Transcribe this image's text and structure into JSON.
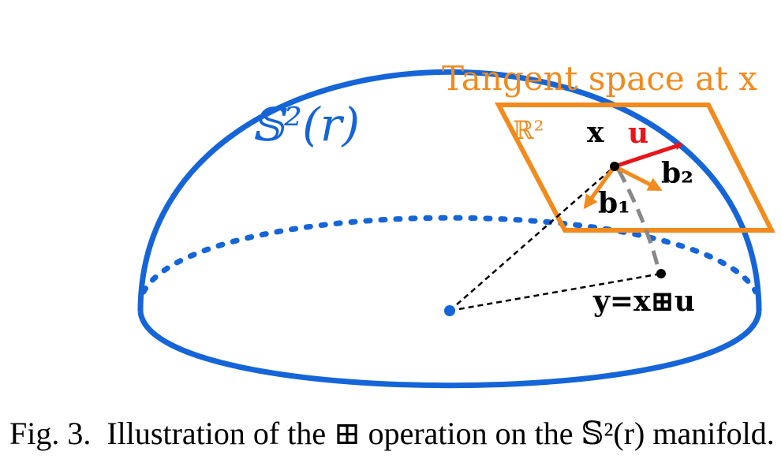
{
  "colors": {
    "sphere": "#1565d8",
    "tangent": "#f28a1c",
    "vector_u": "#e8141a",
    "geodesic": "#888888",
    "text": "#000000"
  },
  "labels": {
    "manifold": "𝕊²(r)",
    "tangent_title": "Tangent space at x",
    "plane": "ℝ²",
    "x": "x",
    "u": "u",
    "b1": "b₁",
    "b2": "b₂",
    "y_eq": "y=x⊞u"
  },
  "caption": {
    "prefix": "Fig. 3.",
    "text": "Illustration of the ⊞ operation on the 𝕊²(r) manifold."
  }
}
